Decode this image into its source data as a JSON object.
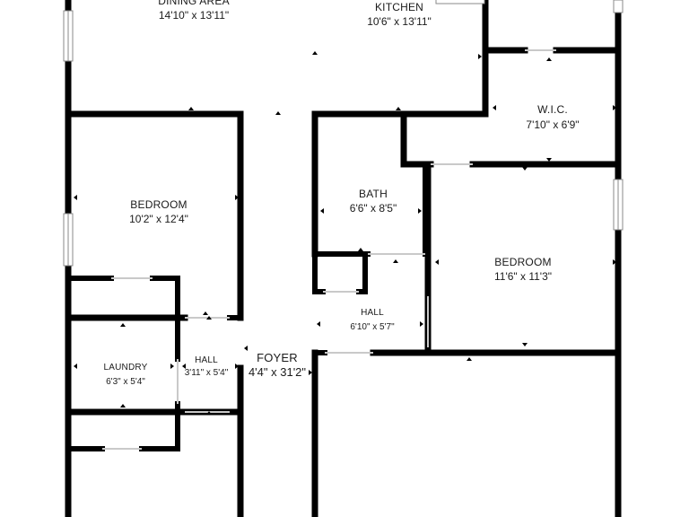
{
  "rooms": {
    "dining": {
      "name": "DINING AREA",
      "dims": "14'10\" x 13'11\""
    },
    "kitchen": {
      "name": "KITCHEN",
      "dims": "10'6\" x 13'11\""
    },
    "wic": {
      "name": "W.I.C.",
      "dims": "7'10\" x 6'9\""
    },
    "bedroom_left": {
      "name": "BEDROOM",
      "dims": "10'2\" x 12'4\""
    },
    "bath": {
      "name": "BATH",
      "dims": "6'6\" x 8'5\""
    },
    "bedroom_right": {
      "name": "BEDROOM",
      "dims": "11'6\" x 11'3\""
    },
    "hall_center": {
      "name": "HALL",
      "dims": "6'10\" x 5'7\""
    },
    "laundry": {
      "name": "LAUNDRY",
      "dims": "6'3\" x 5'4\""
    },
    "hall_small": {
      "name": "HALL",
      "dims": "3'11\" x 5'4\""
    },
    "foyer": {
      "name": "FOYER",
      "dims": "4'4\" x 31'2\""
    }
  },
  "colors": {
    "wall": "#000000",
    "background": "#ffffff",
    "window": "#8a8a8a",
    "text": "#1a1a1a"
  }
}
